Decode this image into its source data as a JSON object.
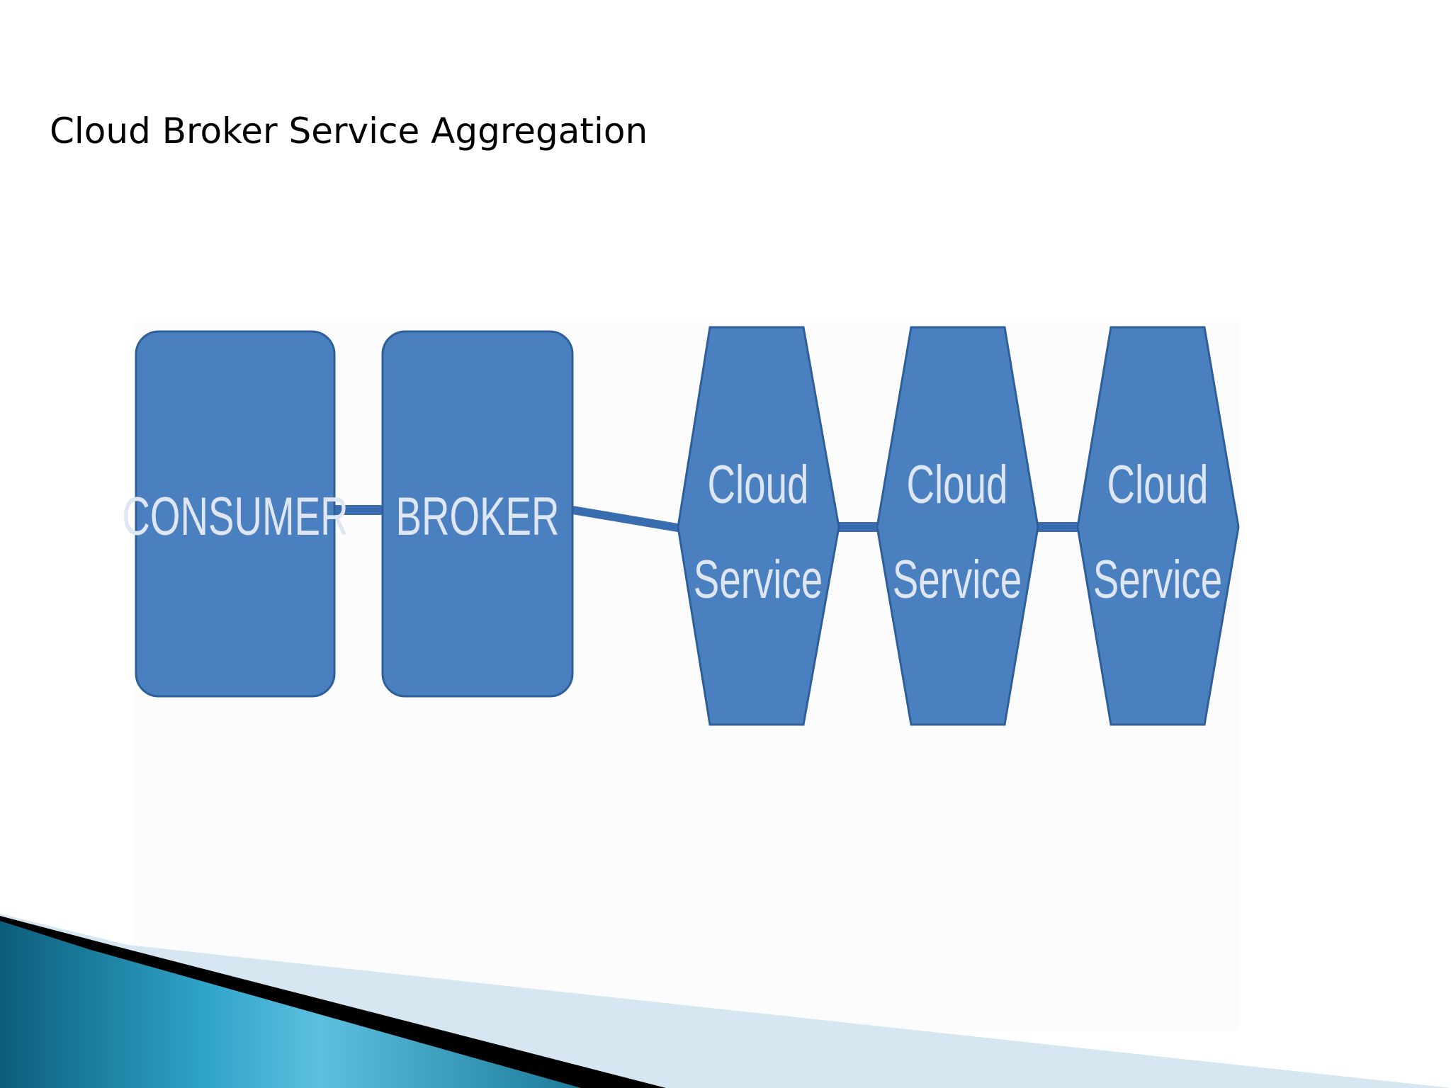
{
  "slide": {
    "title": "Cloud Broker Service Aggregation"
  },
  "diagram": {
    "nodes": [
      {
        "id": "consumer",
        "shape": "rounded-rectangle",
        "label": "CONSUMER"
      },
      {
        "id": "broker",
        "shape": "rounded-rectangle",
        "label": "BROKER"
      },
      {
        "id": "cloud-service-1",
        "shape": "hexagon",
        "label_line1": "Cloud",
        "label_line2": "Service"
      },
      {
        "id": "cloud-service-2",
        "shape": "hexagon",
        "label_line1": "Cloud",
        "label_line2": "Service"
      },
      {
        "id": "cloud-service-3",
        "shape": "hexagon",
        "label_line1": "Cloud",
        "label_line2": "Service"
      }
    ],
    "edges": [
      {
        "from": "consumer",
        "to": "broker"
      },
      {
        "from": "broker",
        "to": "cloud-service-1"
      },
      {
        "from": "cloud-service-1",
        "to": "cloud-service-2"
      },
      {
        "from": "cloud-service-2",
        "to": "cloud-service-3"
      }
    ]
  },
  "colors": {
    "node_fill": "#4a7fc0",
    "node_stroke": "#2f5f98",
    "connector": "#3a6cb0",
    "node_text": "#dde6f2",
    "title_text": "#000000",
    "accent_teal": "#1f8fb0",
    "accent_light_blue": "#d6e7f2",
    "accent_black": "#000000"
  }
}
